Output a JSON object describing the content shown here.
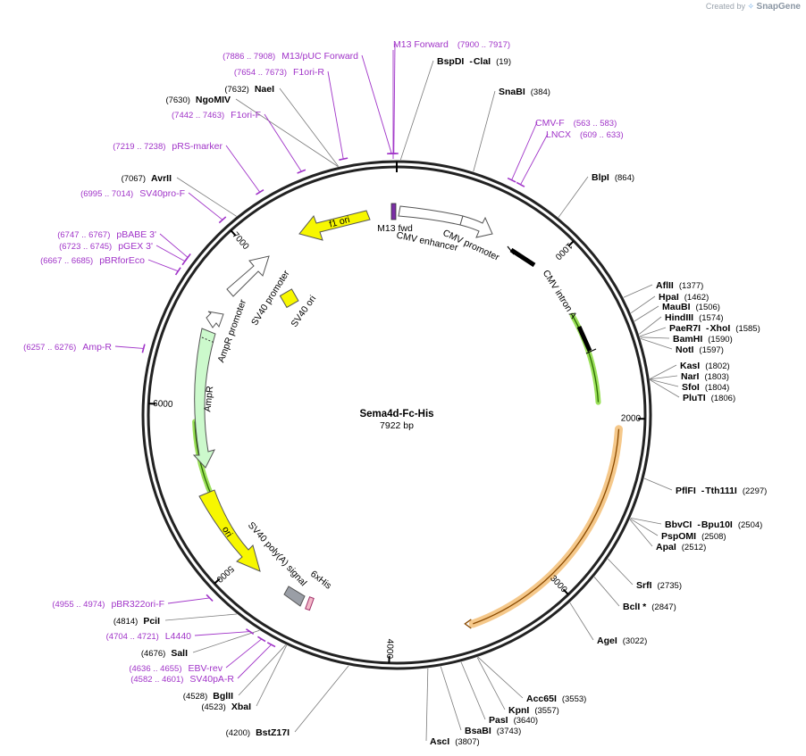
{
  "credit": {
    "prefix": "Created by",
    "brand": "SnapGene"
  },
  "plasmid": {
    "name": "Sema4d-Fc-His",
    "size_label": "7922 bp",
    "length": 7922
  },
  "ticks": [
    {
      "pos": 1000,
      "label": "1000"
    },
    {
      "pos": 2000,
      "label": "2000"
    },
    {
      "pos": 3000,
      "label": "3000"
    },
    {
      "pos": 4000,
      "label": "4000"
    },
    {
      "pos": 5000,
      "label": "5000"
    },
    {
      "pos": 6000,
      "label": "6000"
    },
    {
      "pos": 7000,
      "label": "7000"
    }
  ],
  "enzymes": [
    {
      "name": "BspDI",
      "name2": "ClaI",
      "pos_text": "(19)",
      "pos": 19
    },
    {
      "name": "SnaBI",
      "pos_text": "(384)",
      "pos": 384
    },
    {
      "name": "BlpI",
      "pos_text": "(864)",
      "pos": 864
    },
    {
      "name": "AflII",
      "pos_text": "(1377)",
      "pos": 1377
    },
    {
      "name": "HpaI",
      "pos_text": "(1462)",
      "pos": 1462
    },
    {
      "name": "MauBI",
      "pos_text": "(1506)",
      "pos": 1506
    },
    {
      "name": "HindIII",
      "pos_text": "(1574)",
      "pos": 1574
    },
    {
      "name": "PaeR7I",
      "name2": "XhoI",
      "pos_text": "(1585)",
      "pos": 1585
    },
    {
      "name": "BamHI",
      "pos_text": "(1590)",
      "pos": 1590
    },
    {
      "name": "NotI",
      "pos_text": "(1597)",
      "pos": 1597
    },
    {
      "name": "KasI",
      "pos_text": "(1802)",
      "pos": 1802
    },
    {
      "name": "NarI",
      "pos_text": "(1803)",
      "pos": 1803
    },
    {
      "name": "SfoI",
      "pos_text": "(1804)",
      "pos": 1804
    },
    {
      "name": "PluTI",
      "pos_text": "(1806)",
      "pos": 1806
    },
    {
      "name": "PflFI",
      "name2": "Tth111I",
      "pos_text": "(2297)",
      "pos": 2297
    },
    {
      "name": "BbvCI",
      "name2": "Bpu10I",
      "pos_text": "(2504)",
      "pos": 2504
    },
    {
      "name": "PspOMI",
      "pos_text": "(2508)",
      "pos": 2508
    },
    {
      "name": "ApaI",
      "pos_text": "(2512)",
      "pos": 2512
    },
    {
      "name": "SrfI",
      "pos_text": "(2735)",
      "pos": 2735
    },
    {
      "name": "BclI *",
      "pos_text": "(2847)",
      "pos": 2847
    },
    {
      "name": "AgeI",
      "pos_text": "(3022)",
      "pos": 3022
    },
    {
      "name": "Acc65I",
      "pos_text": "(3553)",
      "pos": 3553
    },
    {
      "name": "KpnI",
      "pos_text": "(3557)",
      "pos": 3557
    },
    {
      "name": "PasI",
      "pos_text": "(3640)",
      "pos": 3640
    },
    {
      "name": "BsaBI",
      "pos_text": "(3743)",
      "pos": 3743
    },
    {
      "name": "AscI",
      "pos_text": "(3807)",
      "pos": 3807
    },
    {
      "name": "BstZ17I",
      "pos_text": "(4200)",
      "pos": 4200
    },
    {
      "name": "XbaI",
      "pos_text": "(4523)",
      "pos": 4523
    },
    {
      "name": "BglII",
      "pos_text": "(4528)",
      "pos": 4528
    },
    {
      "name": "SalI",
      "pos_text": "(4676)",
      "pos": 4676
    },
    {
      "name": "PciI",
      "pos_text": "(4814)",
      "pos": 4814
    },
    {
      "name": "AvrII",
      "pos_text": "(7067)",
      "pos": 7067
    },
    {
      "name": "NgoMIV",
      "pos_text": "(7630)",
      "pos": 7630
    },
    {
      "name": "NaeI",
      "pos_text": "(7632)",
      "pos": 7632
    }
  ],
  "primers": [
    {
      "name": "M13 Forward",
      "pos_text": "(7900 .. 7917)",
      "pos": 7908
    },
    {
      "name": "CMV-F",
      "pos_text": "(563 .. 583)",
      "pos": 573
    },
    {
      "name": "LNCX",
      "pos_text": "(609 .. 633)",
      "pos": 621
    },
    {
      "name": "pBR322ori-F",
      "pos_text": "(4955 .. 4974)",
      "pos": 4965
    },
    {
      "name": "L4440",
      "pos_text": "(4704 .. 4721)",
      "pos": 4712
    },
    {
      "name": "EBV-rev",
      "pos_text": "(4636 .. 4655)",
      "pos": 4645
    },
    {
      "name": "SV40pA-R",
      "pos_text": "(4582 .. 4601)",
      "pos": 4591
    },
    {
      "name": "Amp-R",
      "pos_text": "(6257 .. 6276)",
      "pos": 6266
    },
    {
      "name": "pBRforEco",
      "pos_text": "(6667 .. 6685)",
      "pos": 6676
    },
    {
      "name": "pGEX 3'",
      "pos_text": "(6723 .. 6745)",
      "pos": 6734
    },
    {
      "name": "pBABE 3'",
      "pos_text": "(6747 .. 6767)",
      "pos": 6757
    },
    {
      "name": "SV40pro-F",
      "pos_text": "(6995 .. 7014)",
      "pos": 7004
    },
    {
      "name": "pRS-marker",
      "pos_text": "(7219 .. 7238)",
      "pos": 7228
    },
    {
      "name": "F1ori-F",
      "pos_text": "(7442 .. 7463)",
      "pos": 7452
    },
    {
      "name": "F1ori-R",
      "pos_text": "(7654 .. 7673)",
      "pos": 7663
    },
    {
      "name": "M13/pUC Forward",
      "pos_text": "(7886 .. 7908)",
      "pos": 7897
    }
  ],
  "features": {
    "f1_ori": "f1 ori",
    "m13_fwd": "M13 fwd",
    "cmv_enhancer": "CMV enhancer",
    "cmv_promoter": "CMV promoter",
    "cmv_intron": "CMV intron A",
    "sv40_promoter": "SV40 promoter",
    "sv40_ori": "SV40 ori",
    "ampr_promoter": "AmpR promoter",
    "ampr": "AmpR",
    "ori": "ori",
    "sv40_polya": "SV40 poly(A) signal",
    "his_tag": "6xHis"
  },
  "colors": {
    "primer": "#a033c8",
    "f1_ori_fill": "#f7f700",
    "ori_fill": "#f7f700",
    "sv40_ori_fill": "#f7f700",
    "ampr_fill": "#ccf9cc",
    "ampr_promoter_fill": "#ffffff",
    "orf_highlight": "#f5c88a",
    "green_highlight": "#9be05a",
    "his_fill": "#9a9ea6",
    "m13_fill": "#7b2ea6"
  }
}
